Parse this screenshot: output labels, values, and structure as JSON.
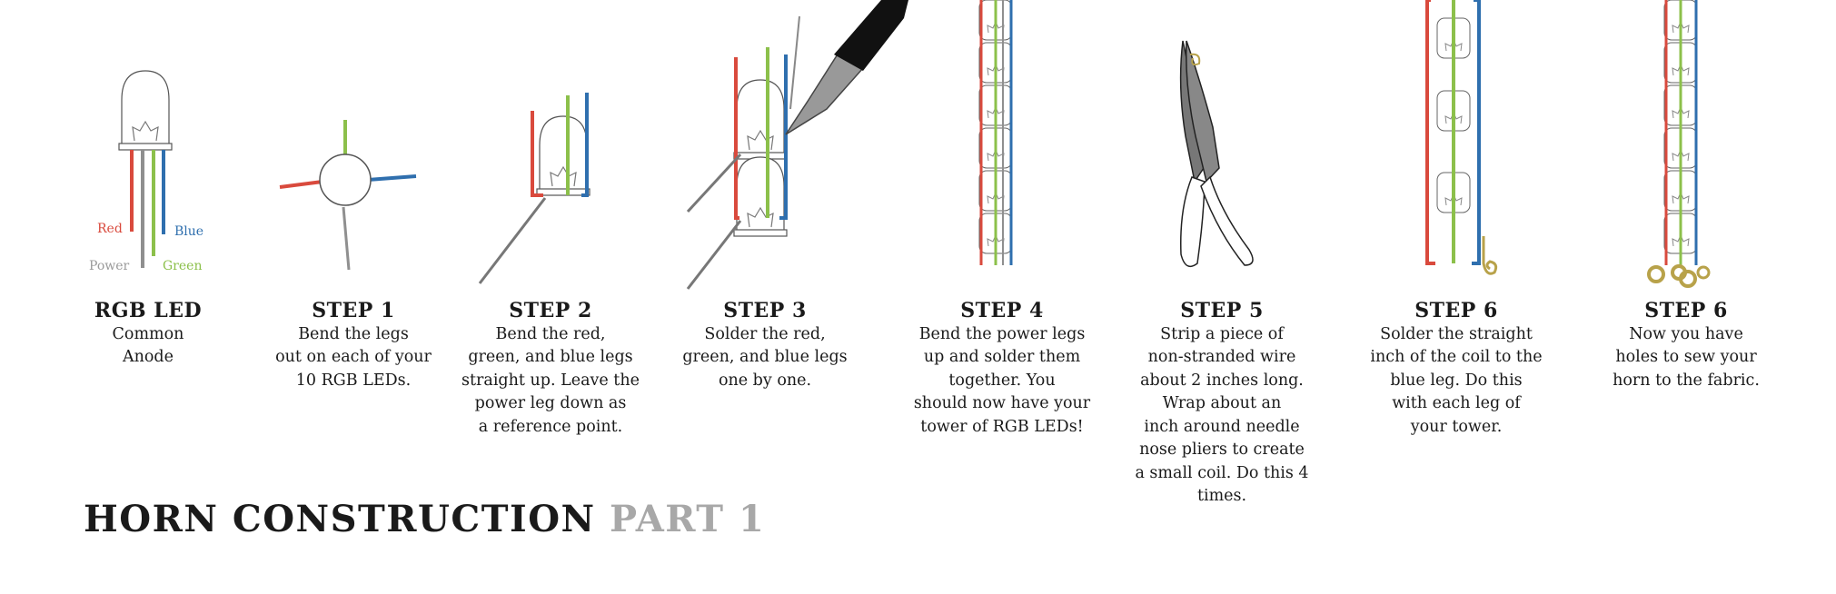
{
  "led_labels": {
    "red": "Red",
    "blue": "Blue",
    "power": "Power",
    "green": "Green"
  },
  "steps": [
    {
      "title": "RGB LED",
      "body": "Common\nAnode"
    },
    {
      "title": "STEP 1",
      "body": "Bend the legs\nout on each of your\n10 RGB LEDs."
    },
    {
      "title": "STEP 2",
      "body": "Bend the red,\ngreen, and blue legs\nstraight up. Leave the\npower leg down as\na reference point."
    },
    {
      "title": "STEP 3",
      "body": "Solder the red,\ngreen, and blue legs\none by one."
    },
    {
      "title": "STEP 4",
      "body": "Bend the power legs\nup and solder them\ntogether. You\nshould now have your\ntower of RGB LEDs!"
    },
    {
      "title": "STEP 5",
      "body": "Strip a piece of\nnon-stranded wire\nabout 2 inches long.\nWrap about an\ninch around needle\nnose pliers to create\na small coil. Do this 4\ntimes."
    },
    {
      "title": "STEP 6",
      "body": "Solder the straight\ninch of the coil to the\nblue leg. Do this\nwith each leg of\nyour tower."
    },
    {
      "title": "STEP 6",
      "body": "Now you have\nholes to sew your\nhorn to the fabric."
    }
  ],
  "heading": {
    "main": "HORN CONSTRUCTION",
    "sub": "PART 1"
  },
  "colors": {
    "red": "#d94a3d",
    "green": "#8cc04b",
    "blue": "#2f6fae",
    "power": "#8f8f8f",
    "coil": "#b8a24a"
  }
}
